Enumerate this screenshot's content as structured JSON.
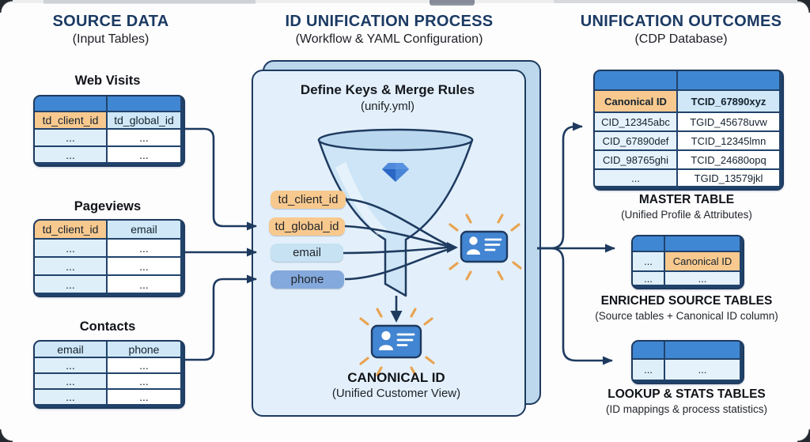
{
  "sections": {
    "source": {
      "title": "SOURCE DATA",
      "subtitle": "(Input Tables)"
    },
    "process": {
      "title": "ID UNIFICATION PROCESS",
      "subtitle": "(Workflow & YAML Configuration)"
    },
    "outcomes": {
      "title": "UNIFICATION OUTCOMES",
      "subtitle": "(CDP Database)"
    }
  },
  "source_tables": {
    "web_visits": {
      "title": "Web Visits",
      "header": [
        "td_client_id",
        "td_global_id"
      ],
      "rows": [
        [
          "...",
          "..."
        ],
        [
          "...",
          "..."
        ]
      ]
    },
    "pageviews": {
      "title": "Pageviews",
      "header": [
        "td_client_id",
        "email"
      ],
      "rows": [
        [
          "...",
          "..."
        ],
        [
          "...",
          "..."
        ],
        [
          "...",
          "..."
        ]
      ]
    },
    "contacts": {
      "title": "Contacts",
      "header": [
        "email",
        "phone"
      ],
      "rows": [
        [
          "...",
          "..."
        ],
        [
          "...",
          "..."
        ],
        [
          "...",
          "..."
        ]
      ]
    }
  },
  "process_panel": {
    "title": "Define Keys & Merge Rules",
    "subtitle": "(unify.yml)",
    "keys": [
      "td_client_id",
      "td_global_id",
      "email",
      "phone"
    ],
    "canonical_label": "CANONICAL ID",
    "canonical_sublabel": "(Unified Customer View)"
  },
  "outcome_tables": {
    "master": {
      "key_header": [
        "Canonical ID",
        "TCID_67890xyz"
      ],
      "rows": [
        [
          "CID_12345abc",
          "TGID_45678uvw"
        ],
        [
          "CID_67890def",
          "TCID_12345lmn"
        ],
        [
          "CID_98765ghi",
          "TCID_24680opq"
        ],
        [
          "...",
          "TGID_13579jkl"
        ]
      ],
      "caption": "MASTER TABLE",
      "subcaption": "(Unified Profile & Attributes)"
    },
    "enriched": {
      "rows": [
        [
          "...",
          "Canonical ID"
        ],
        [
          "...",
          "..."
        ]
      ],
      "caption": "ENRICHED SOURCE TABLES",
      "subcaption": "(Source tables + Canonical ID column)"
    },
    "lookup": {
      "rows": [
        [
          "...",
          "..."
        ]
      ],
      "caption": "LOOKUP & STATS TABLES",
      "subcaption": "(ID mappings & process statistics)"
    }
  },
  "icons": {
    "funnel": "funnel-icon",
    "gem": "gem-icon",
    "id_card": "id-card-icon",
    "canonical_id_card": "canonical-id-card-icon"
  },
  "colors": {
    "navy": "#1e3a5f",
    "header_text": "#1b3a63",
    "table_header_blue": "#3f87d2",
    "light_blue_cell": "#cfe7f6",
    "row_tint": "#dfeffa",
    "orange": "#f8c98e",
    "phone_pill_blue": "#84a9dc",
    "panel_front": "#e3f0fb",
    "panel_back": "#bdd7ec",
    "funnel_fill": "#cde5f6",
    "card_blue": "#4285d2",
    "ray_orange": "#e9a453",
    "gem_blue": "#2a66c4"
  }
}
